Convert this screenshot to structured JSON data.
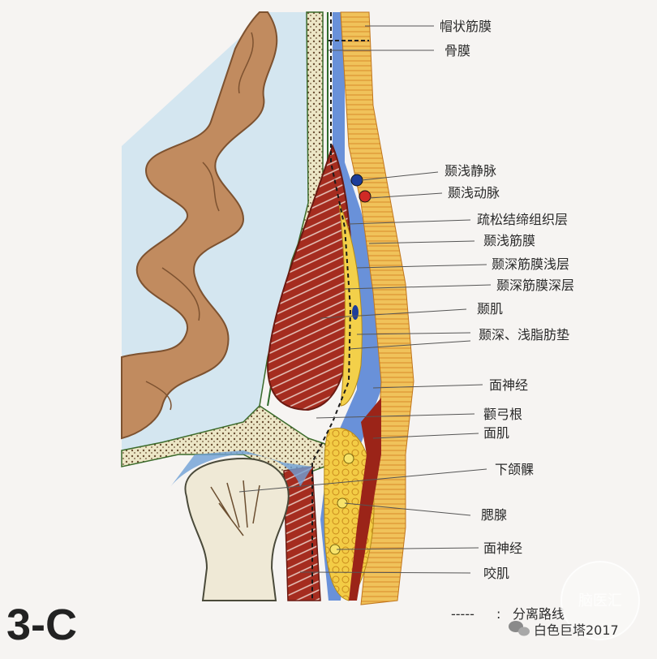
{
  "figure_label": "3-C",
  "labels": {
    "l1": "帽状筋膜",
    "l2": "骨膜",
    "l3": "颞浅静脉",
    "l4": "颞浅动脉",
    "l5": "疏松结缔组织层",
    "l6": "颞浅筋膜",
    "l7": "颞深筋膜浅层",
    "l8": "颞深筋膜深层",
    "l9": "颞肌",
    "l10": "颞深、浅脂肪垫",
    "l11": "面神经",
    "l12": "颧弓根",
    "l13": "面肌",
    "l14": "下颌髁",
    "l15": "腮腺",
    "l16": "面神经",
    "l17": "咬肌"
  },
  "legend": {
    "symbol": "-----",
    "separator": ":",
    "text": "分离路线"
  },
  "watermark": {
    "badge": "脑医汇",
    "account": "白色巨塔2017"
  },
  "colors": {
    "brain": "#b8835a",
    "csf": "#cfe3ee",
    "bone": "#e9e3bf",
    "muscle": "#9a2a1e",
    "fat": "#f2c53c",
    "fascia_blue": "#4f7fd0",
    "skin": "#e8b24a"
  }
}
